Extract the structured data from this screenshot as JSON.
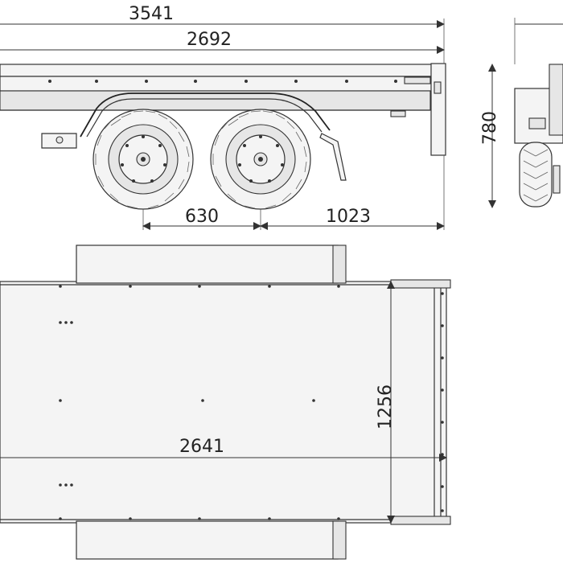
{
  "dimensions": {
    "overall_length": "3541",
    "box_length": "2692",
    "axle_spacing": "630",
    "rear_overhang": "1023",
    "overall_height": "780",
    "box_width": "1256",
    "inner_length": "2641"
  },
  "icons": {
    "arrowhead": "arrowhead-icon"
  }
}
